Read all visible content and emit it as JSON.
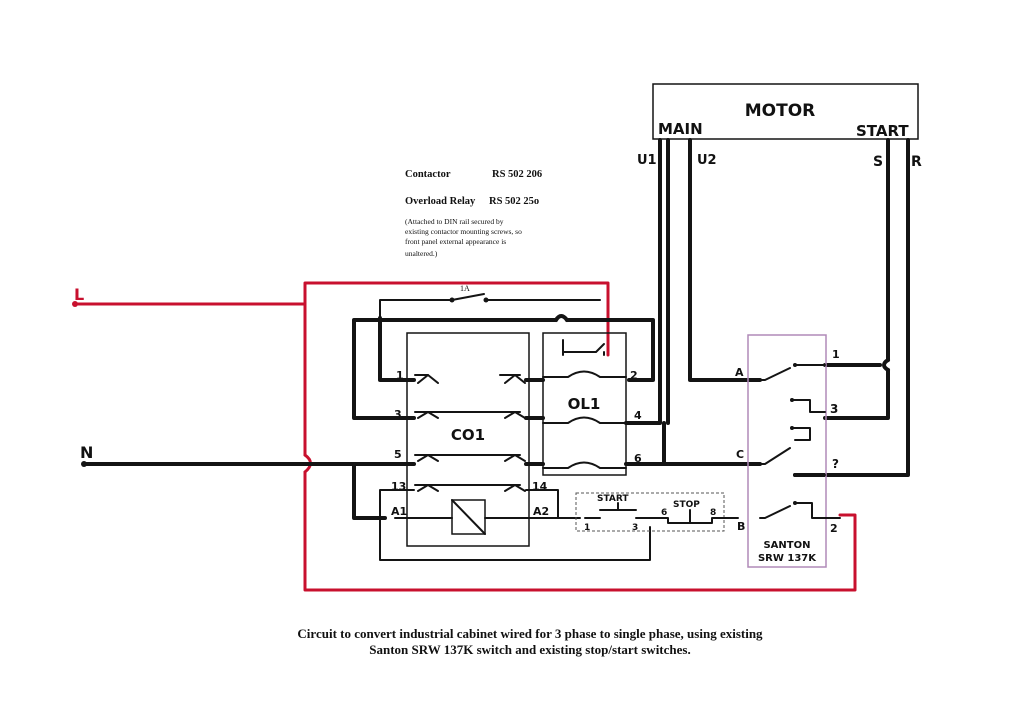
{
  "colors": {
    "line_wire": "#c8102e",
    "neutral_wire": "#141414",
    "switch_outline": "#b08ab8"
  },
  "labels": {
    "line": "L",
    "neutral": "N",
    "motor": "MOTOR",
    "main": "MAIN",
    "start_winding": "START",
    "u1": "U1",
    "u2": "U2",
    "s": "S",
    "r": "R",
    "fuse": "1A",
    "contactor_name": "CO1",
    "overload_name": "OL1",
    "start_button": "START",
    "stop_button": "STOP",
    "switch_name_1": "SANTON",
    "switch_name_2": "SRW 137K",
    "contactor_terminals": [
      "1",
      "3",
      "5",
      "13",
      "A1",
      "A2",
      "14"
    ],
    "overload_terminals": [
      "2",
      "4",
      "6"
    ],
    "button_terminals": [
      "1",
      "3",
      "6",
      "8"
    ],
    "switch_inputs": [
      "A",
      "C",
      "B"
    ],
    "switch_outputs": [
      "1",
      "3",
      "?",
      "2"
    ]
  },
  "notes": {
    "contactor_label": "Contactor",
    "contactor_part": "RS 502 206",
    "overload_label": "Overload Relay",
    "overload_part": "RS 502 25o",
    "mounting_note_1": "(Attached to DIN rail secured by",
    "mounting_note_2": "existing contactor mounting screws, so",
    "mounting_note_3": "front panel external appearance is",
    "mounting_note_4": "unaltered.)"
  },
  "caption": {
    "line1": "Circuit to convert industrial cabinet wired for 3 phase to single phase, using existing",
    "line2": "Santon SRW 137K switch and existing stop/start switches."
  }
}
